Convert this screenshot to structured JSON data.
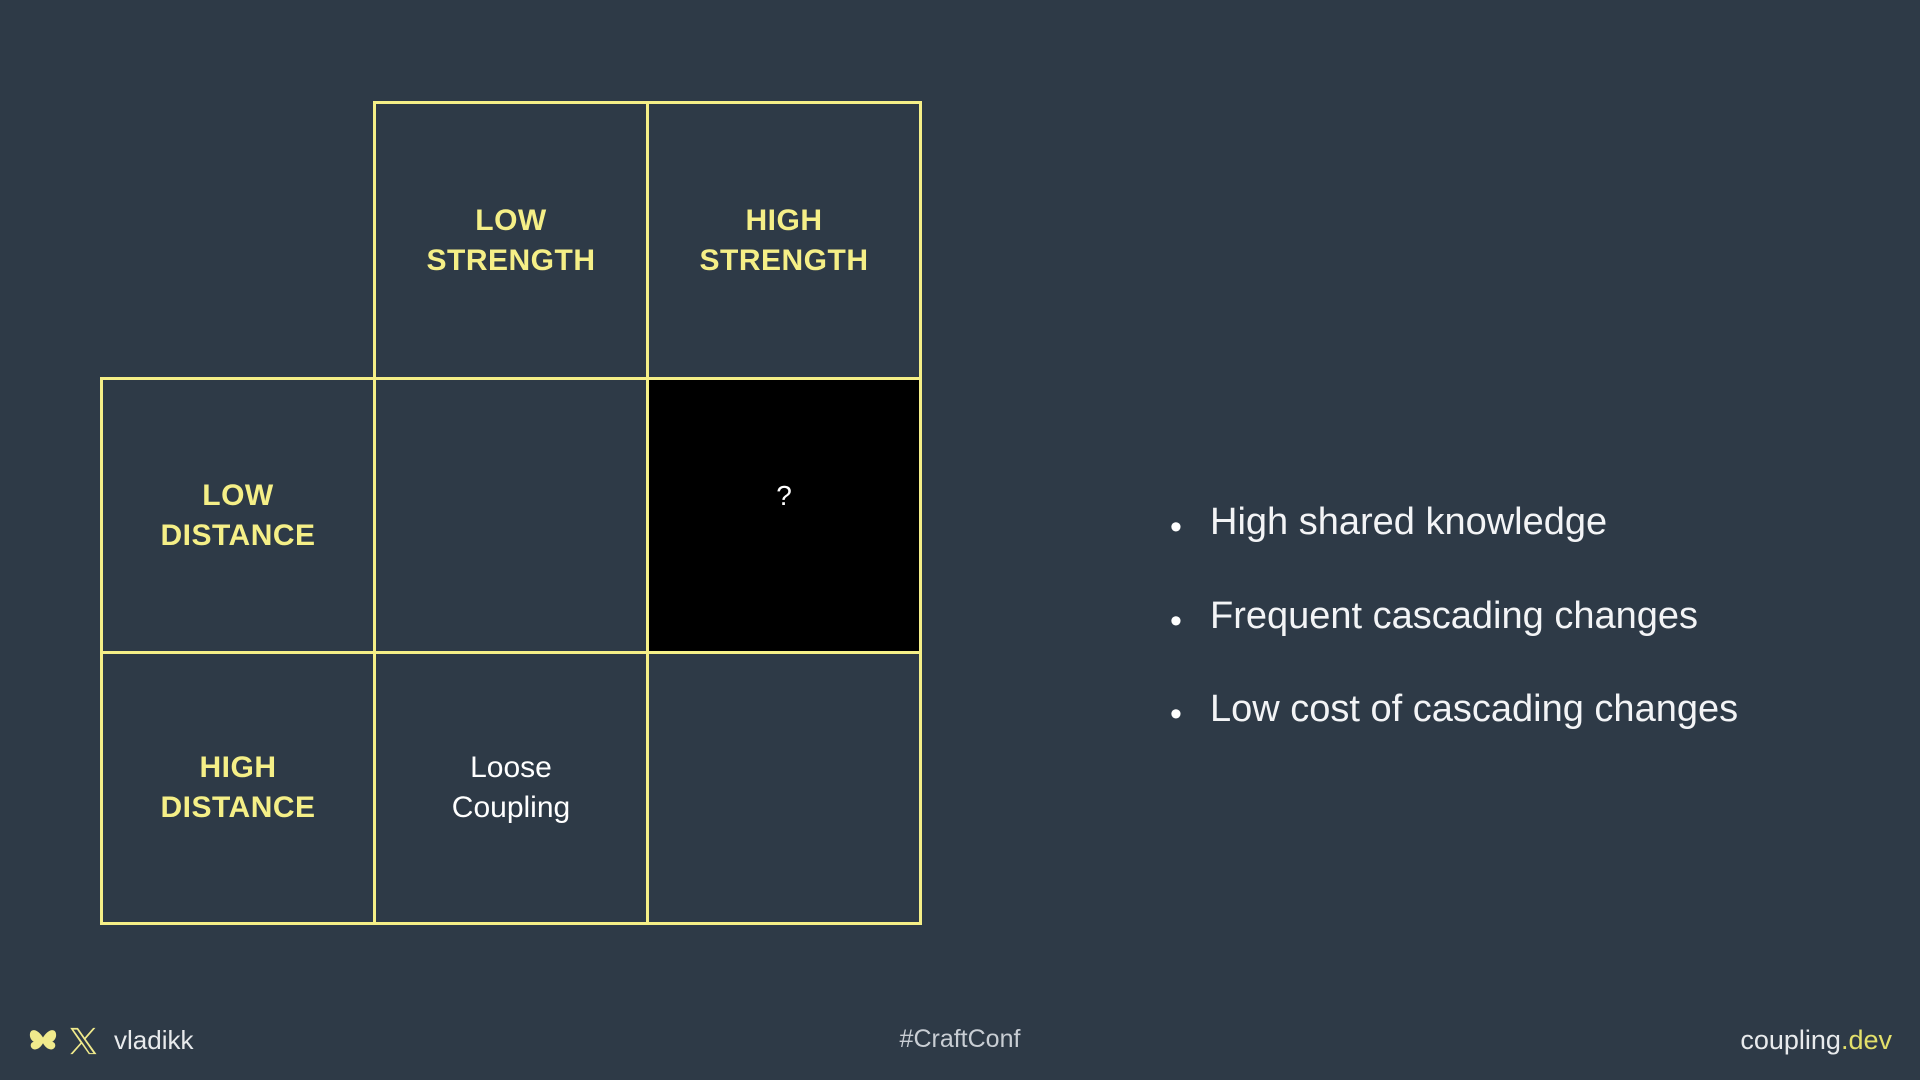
{
  "theme": {
    "background": "#2e3a47",
    "accent_yellow": "#f5ef87",
    "text_white": "#ffffff",
    "blackout": "#000000"
  },
  "matrix": {
    "column_headers": [
      "LOW\nSTRENGTH",
      "HIGH\nSTRENGTH"
    ],
    "column_header_low": "LOW STRENGTH",
    "column_header_high": "HIGH STRENGTH",
    "row_headers": [
      "LOW\nDISTANCE",
      "HIGH\nDISTANCE"
    ],
    "row_header_low": "LOW DISTANCE",
    "row_header_high": "HIGH DISTANCE",
    "cells": {
      "low_distance_low_strength": "",
      "low_distance_high_strength": "?",
      "high_distance_low_strength": "Loose Coupling",
      "high_distance_high_strength": ""
    },
    "blackout_cell_marker": "?"
  },
  "bullets": [
    {
      "marker": "•",
      "text": "High shared knowledge"
    },
    {
      "marker": "•",
      "text": "Frequent cascading changes"
    },
    {
      "marker": "•",
      "text": "Low cost of cascading changes"
    }
  ],
  "footer": {
    "handle": "vladikk",
    "hashtag": "#CraftConf",
    "site_name": "coupling",
    "site_tld": ".dev",
    "icons": [
      "butterfly-icon",
      "x-logo-icon"
    ]
  }
}
